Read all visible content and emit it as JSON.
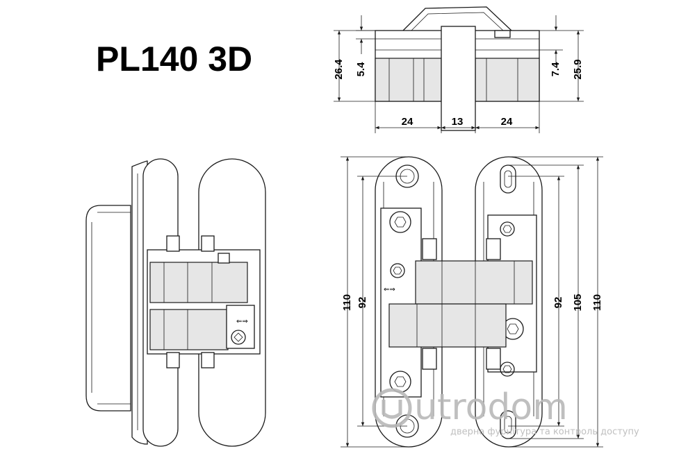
{
  "title": "PL140 3D",
  "dimensions": {
    "top_height": "26.4",
    "top_offset": "5.4",
    "right_offset": "7.4",
    "right_height": "25.9",
    "width_left": "24",
    "width_mid": "13",
    "width_right": "24",
    "left_len": "110",
    "left_hole": "92",
    "right_hole": "92",
    "right_slot": "105",
    "right_len": "110"
  },
  "watermark": {
    "brand": "utrodom",
    "tagline": "дверна фурнітура та контроль доступу"
  },
  "colors": {
    "line": "#1a1a1a",
    "fill": "#e6e6e6",
    "watermark": "#b9b9b9"
  }
}
